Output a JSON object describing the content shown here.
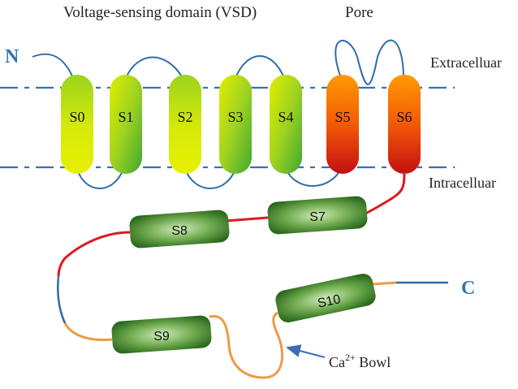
{
  "labels": {
    "vsd": "Voltage-sensing domain (VSD)",
    "pore": "Pore",
    "extracellular": "Extracelluar",
    "intracellular": "Intracelluar",
    "n_terminus": "N",
    "c_terminus": "C",
    "ca_bowl": "Ca",
    "ca_sup": "2+",
    "ca_bowl_suffix": " Bowl"
  },
  "segments": {
    "s0": "S0",
    "s1": "S1",
    "s2": "S2",
    "s3": "S3",
    "s4": "S4",
    "s5": "S5",
    "s6": "S6",
    "s7": "S7",
    "s8": "S8",
    "s9": "S9",
    "s10": "S10"
  },
  "colors": {
    "membrane_line": "#3B6FB4",
    "loop_blue": "#2E6DA8",
    "loop_red": "#E0191F",
    "loop_orange": "#EE9B46",
    "terminus_text": "#2E75B6",
    "helix_green_light": "#C8E600",
    "helix_green_dark": "#3FAA2A",
    "pore_orange": "#FF8C00",
    "pore_red": "#D2130F",
    "cyto_green_dark": "#2F6B1F",
    "cyto_green_light": "#8FC86A"
  }
}
